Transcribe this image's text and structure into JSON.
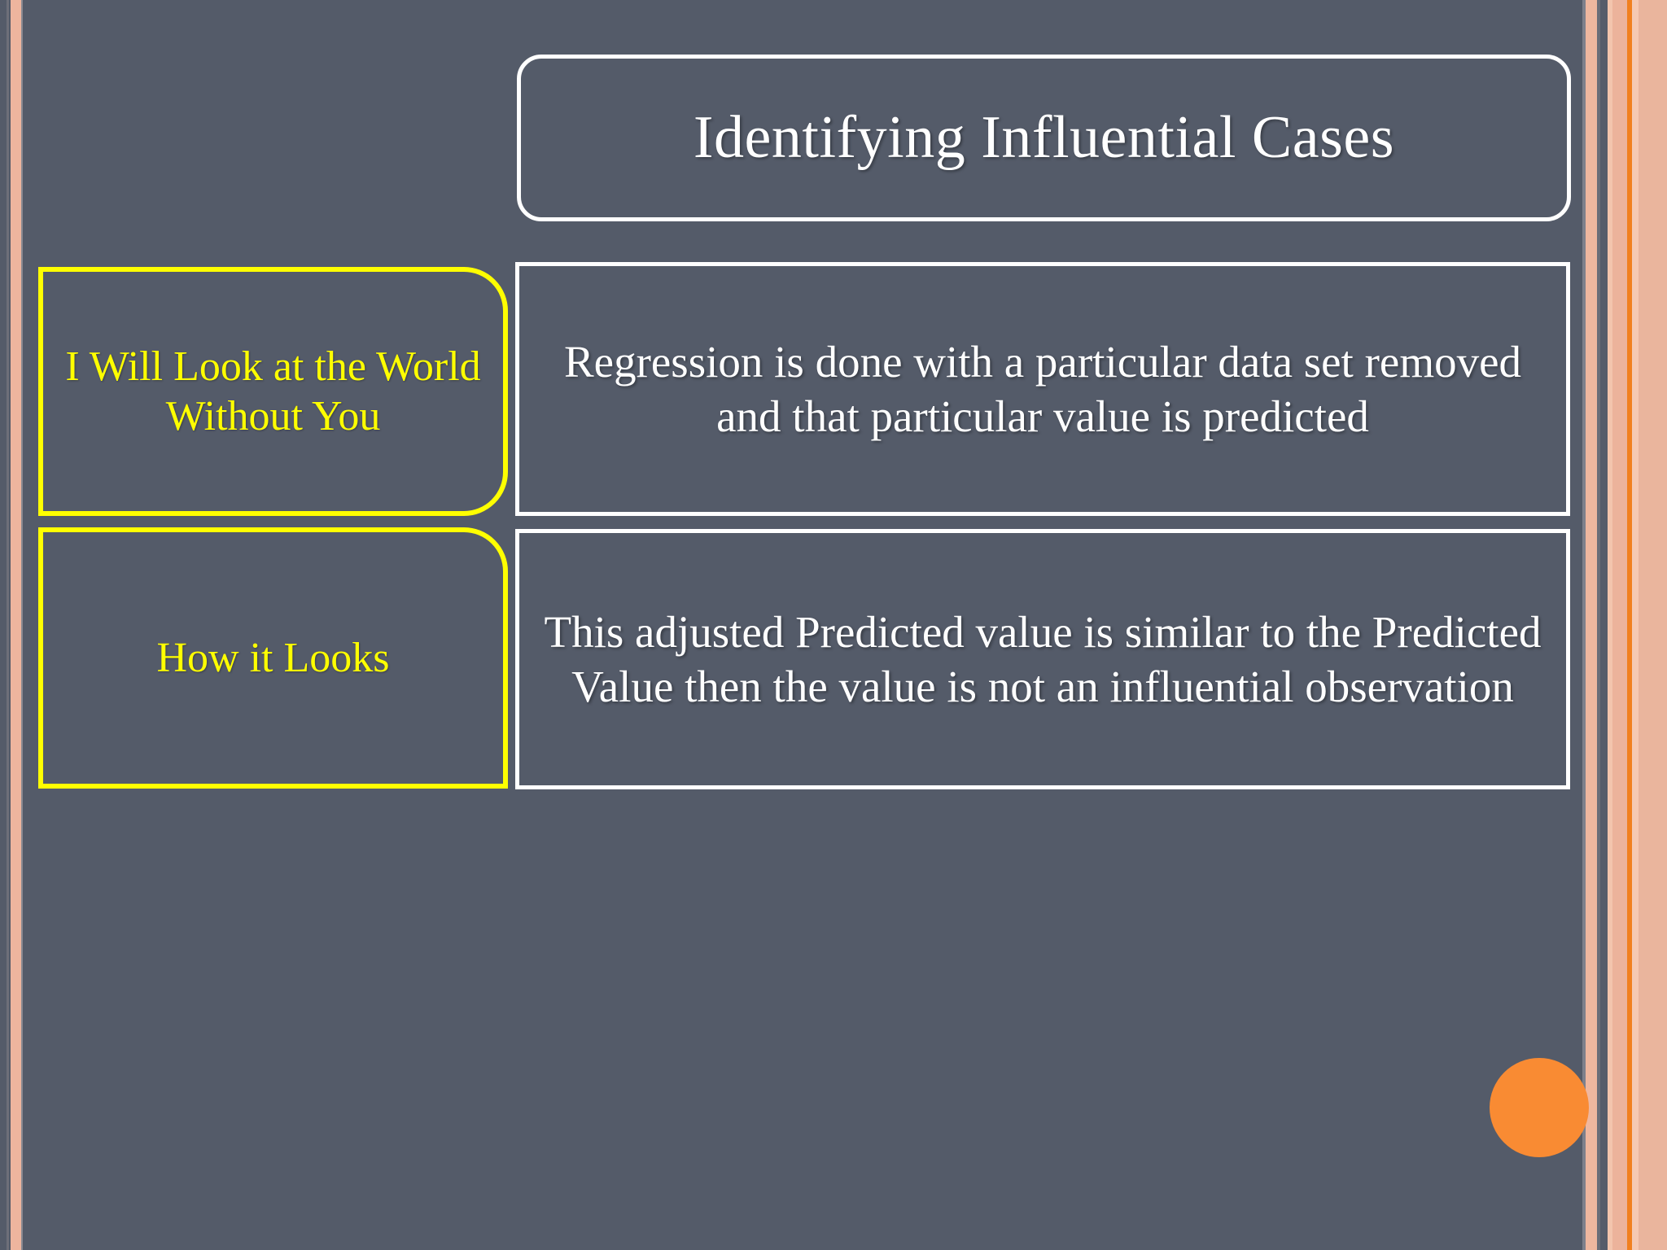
{
  "slide": {
    "title": "Identifying Influential Cases",
    "background_color": "#545b69",
    "accent_yellow": "#ffff00",
    "accent_orange": "#f98b33",
    "border_white": "#ffffff"
  },
  "table": {
    "rows": [
      {
        "label": "I Will Look at the World Without You",
        "body": "Regression is done with a  particular data set  removed and that particular value is predicted"
      },
      {
        "label": "How it Looks",
        "body": "This adjusted Predicted value is similar to the Predicted Value then the value is not an influential observation"
      }
    ]
  },
  "decorations": {
    "orange_dot": "orange-circle-bullet"
  }
}
